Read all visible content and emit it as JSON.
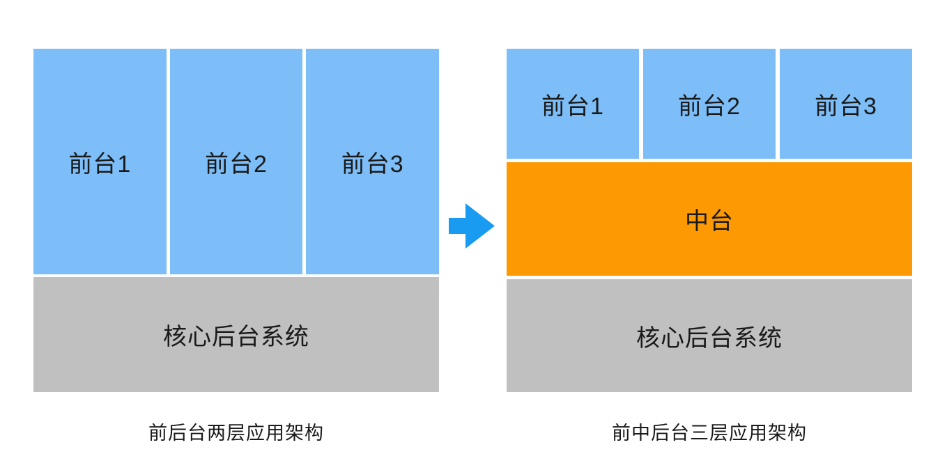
{
  "colors": {
    "frontend_blue": "#7DBEF8",
    "middle_orange": "#FC9903",
    "backend_gray": "#C0C0C0",
    "arrow_blue": "#189BF0",
    "text": "#1A1A1A",
    "background": "#FFFFFF"
  },
  "left_diagram": {
    "frontends": [
      "前台1",
      "前台2",
      "前台3"
    ],
    "backend_label": "核心后台系统",
    "caption": "前后台两层应用架构"
  },
  "arrow": {
    "icon": "right-arrow",
    "direction": "right"
  },
  "right_diagram": {
    "frontends": [
      "前台1",
      "前台2",
      "前台3"
    ],
    "middle_label": "中台",
    "backend_label": "核心后台系统",
    "caption": "前中后台三层应用架构"
  }
}
